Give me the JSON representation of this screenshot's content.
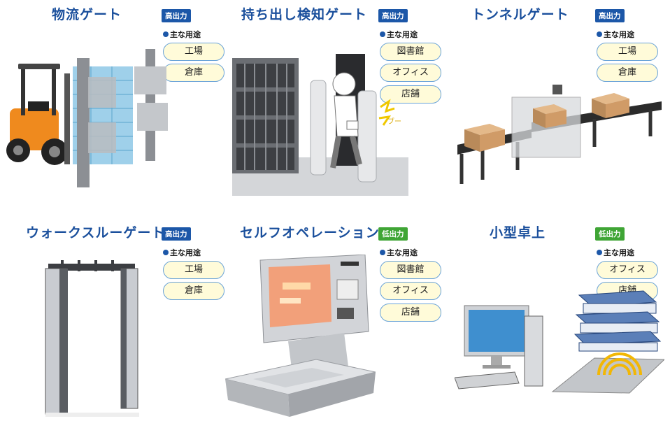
{
  "uses_label": "主な用途",
  "colors": {
    "title": "#1a4f9c",
    "high": "#1c57a8",
    "low": "#3fa535",
    "pill_bg": "#fffbd9",
    "pill_border": "#6aa3d8"
  },
  "cards": [
    {
      "title": "物流ゲート",
      "output": "高出力",
      "output_level": "high",
      "uses": [
        "工場",
        "倉庫"
      ],
      "illustration": "forklift-gate-illustration"
    },
    {
      "title": "持ち出し検知ゲート",
      "output": "高出力",
      "output_level": "high",
      "uses": [
        "図書館",
        "オフィス",
        "店舗"
      ],
      "illustration": "anti-theft-gate-illustration"
    },
    {
      "title": "トンネルゲート",
      "output": "高出力",
      "output_level": "high",
      "uses": [
        "工場",
        "倉庫"
      ],
      "illustration": "conveyor-tunnel-illustration"
    },
    {
      "title": "ウォークスルーゲート",
      "output": "高出力",
      "output_level": "high",
      "uses": [
        "工場",
        "倉庫"
      ],
      "illustration": "walkthrough-gate-illustration"
    },
    {
      "title": "セルフオペレーション",
      "output": "低出力",
      "output_level": "low",
      "uses": [
        "図書館",
        "オフィス",
        "店舗"
      ],
      "illustration": "self-checkout-kiosk-illustration"
    },
    {
      "title": "小型卓上",
      "output": "低出力",
      "output_level": "low",
      "uses": [
        "オフィス",
        "店舗"
      ],
      "illustration": "desktop-reader-illustration"
    }
  ],
  "alert_text": "ブー"
}
